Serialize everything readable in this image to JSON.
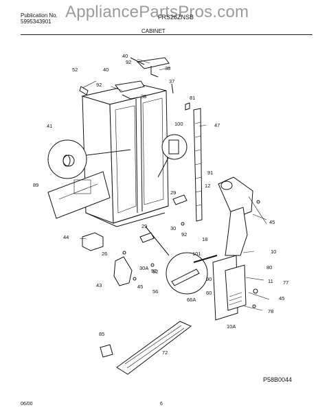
{
  "header": {
    "publication_label": "Publication No.",
    "publication_number": "5995343901",
    "model": "FRS26ZNSB",
    "section_title": "CABINET"
  },
  "watermark": "AppliancePartsPros.com",
  "diagram": {
    "callouts": [
      "40",
      "92",
      "38",
      "52",
      "40",
      "92",
      "38",
      "37",
      "81",
      "41",
      "100",
      "47",
      "89",
      "29",
      "91",
      "12",
      "30",
      "92",
      "45",
      "44",
      "29",
      "18",
      "26",
      "92",
      "30A",
      "101",
      "10",
      "80",
      "43",
      "45",
      "92",
      "56",
      "66A",
      "90",
      "11",
      "77",
      "60",
      "45",
      "78",
      "10A",
      "85",
      "72"
    ]
  },
  "footer": {
    "drawing_code": "P58B0044",
    "date": "06/00",
    "page": "6"
  }
}
